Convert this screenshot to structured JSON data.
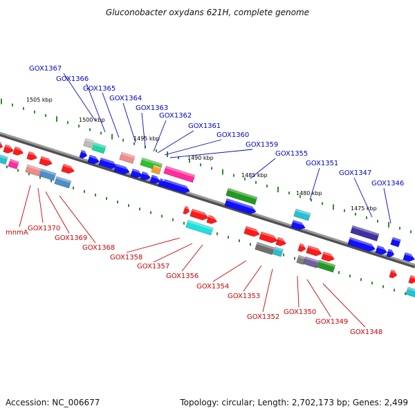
{
  "title": "Gluconobacter oxydans 621H, complete genome",
  "accession": "Accession: NC_006677",
  "summary": "Topology: circular; Length: 2,702,173 bp; Genes: 2,499",
  "colors": {
    "forward_label": "#0000cc",
    "reverse_label": "#cc0000",
    "backbone": "#808080",
    "tick": "#2d8a2d"
  },
  "scale_ticks": [
    "1505 kbp",
    "1500 kbp",
    "1495 kbp",
    "1490 kbp",
    "1485 kbp",
    "1480 kbp",
    "1475 kbp"
  ],
  "forward_genes": [
    "GOX1367",
    "GOX1366",
    "GOX1365",
    "GOX1364",
    "GOX1363",
    "GOX1362",
    "GOX1361",
    "GOX1360",
    "GOX1359",
    "GOX1355",
    "GOX1351",
    "GOX1347",
    "GOX1346"
  ],
  "reverse_genes": [
    "mnmA",
    "GOX1370",
    "GOX1369",
    "GOX1368",
    "GOX1358",
    "GOX1357",
    "GOX1356",
    "GOX1354",
    "GOX1353",
    "GOX1352",
    "GOX1350",
    "GOX1349",
    "GOX1348"
  ]
}
